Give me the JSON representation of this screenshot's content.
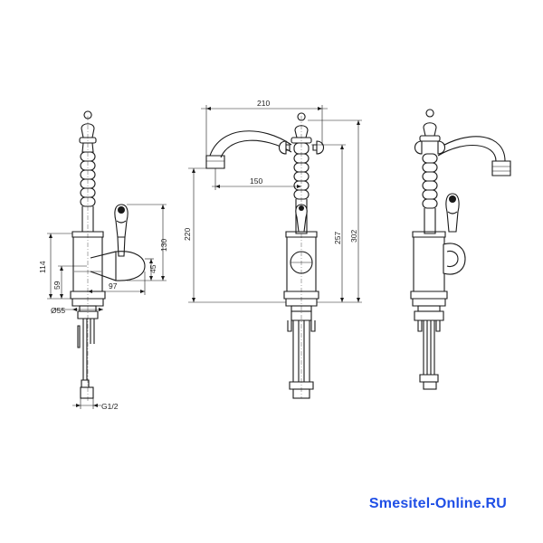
{
  "dimensions": {
    "left_114": "114",
    "left_59": "59",
    "left_55": "Ø55",
    "left_130": "130",
    "left_45": "45",
    "left_97": "97",
    "left_thread": "G1/2",
    "mid_210": "210",
    "mid_150": "150",
    "mid_220": "220",
    "mid_257": "257",
    "mid_302": "302"
  },
  "watermark": "Smesitel-Online.RU",
  "colors": {
    "line": "#1a1a1a",
    "watermark": "#1f4fe6"
  }
}
